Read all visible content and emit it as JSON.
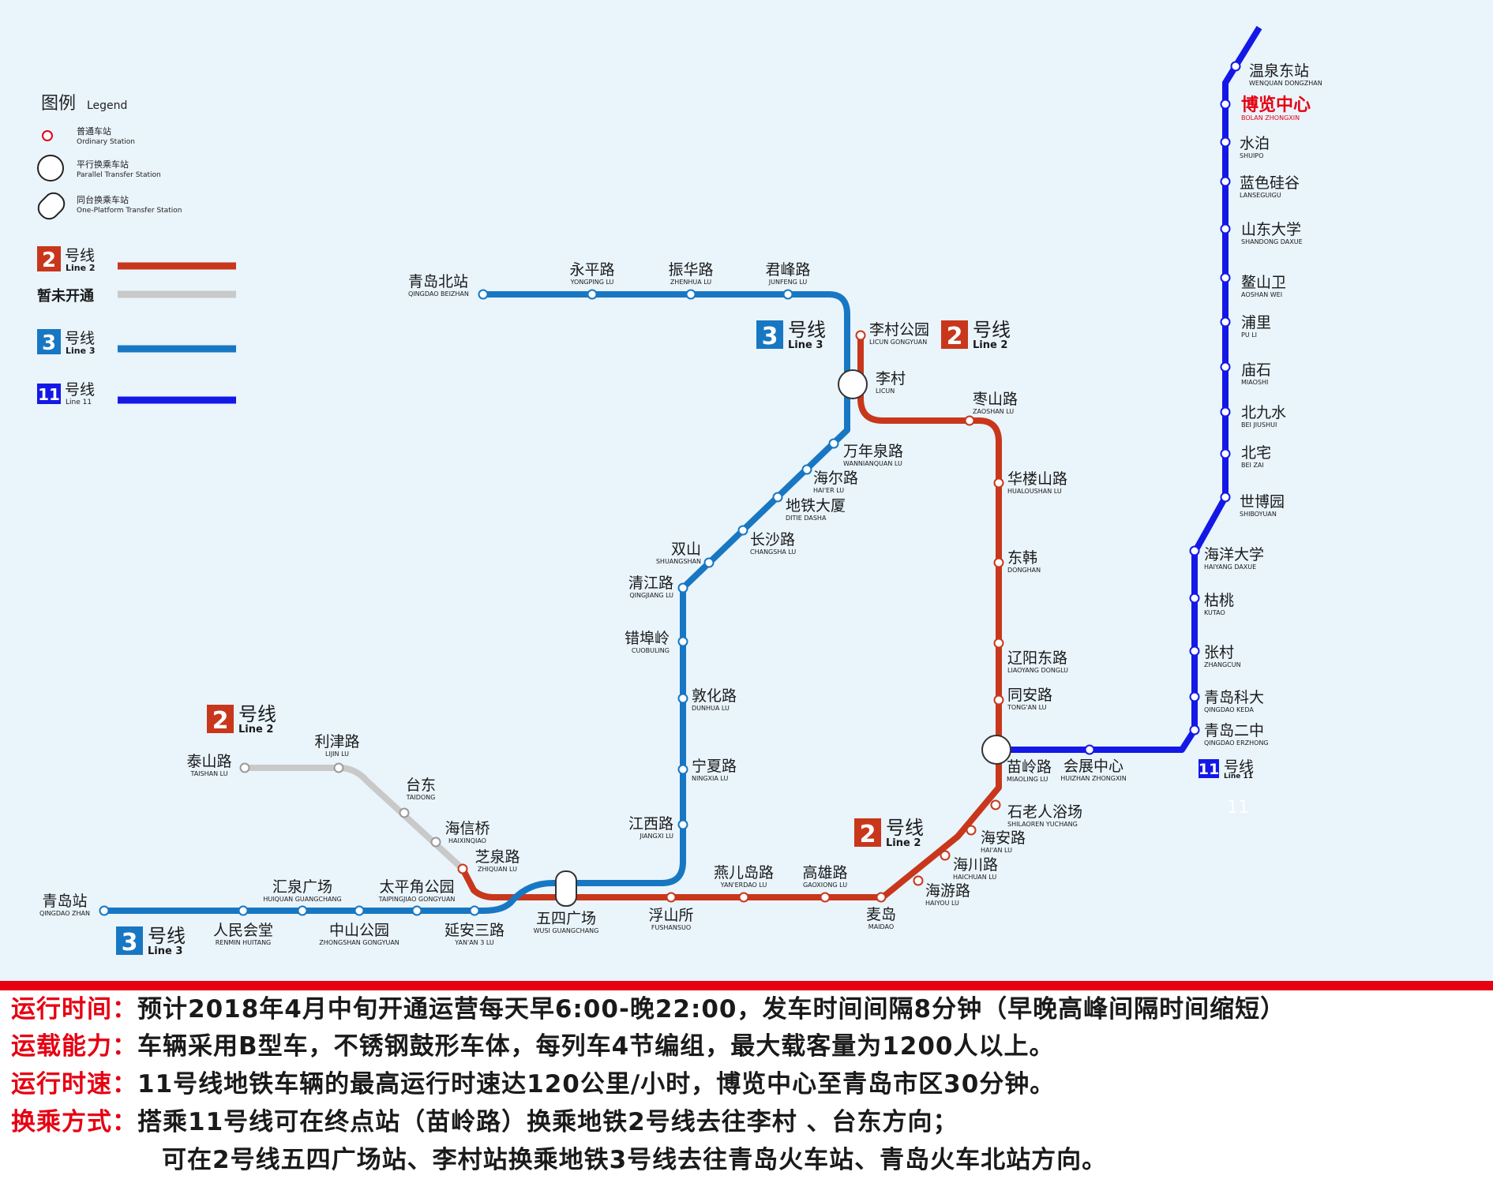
{
  "colors": {
    "line2": "#c8371c",
    "line3": "#1877c2",
    "line11": "#1418e6",
    "unopened": "#c9c9c9",
    "bg": "#e9f4fb",
    "accent_red": "#e60012"
  },
  "legend": {
    "title": "图例",
    "title_en": "Legend",
    "ordinary": "普通车站",
    "ordinary_en": "Ordinary Station",
    "parallel": "平行换乘车站",
    "parallel_en": "Parallel Transfer Station",
    "oneplatform": "同台换乘车站",
    "oneplatform_en": "One-Platform Transfer Station",
    "line2_num": "2",
    "line2_cn": "号线",
    "line2_en": "Line 2",
    "unopened": "暂未开通",
    "line3_num": "3",
    "line3_cn": "号线",
    "line3_en": "Line 3",
    "line11_num": "11",
    "line11_cn": "号线",
    "line11_en": "Line 11"
  },
  "badges": [
    {
      "num": "3",
      "cn": "号线",
      "en": "Line 3",
      "type": "line3"
    },
    {
      "num": "2",
      "cn": "号线",
      "en": "Line 2",
      "type": "line2"
    },
    {
      "num": "2",
      "cn": "号线",
      "en": "Line 2",
      "type": "line2"
    },
    {
      "num": "2",
      "cn": "号线",
      "en": "Line 2",
      "type": "line2"
    },
    {
      "num": "3",
      "cn": "号线",
      "en": "Line 3",
      "type": "line3"
    },
    {
      "num": "11",
      "cn": "号线",
      "en": "Line 11",
      "type": "line11"
    }
  ],
  "line3_stations": [
    {
      "cn": "青岛北站",
      "en": "QINGDAO BEIZHAN"
    },
    {
      "cn": "永平路",
      "en": "YONGPING LU"
    },
    {
      "cn": "振华路",
      "en": "ZHENHUA LU"
    },
    {
      "cn": "君峰路",
      "en": "JUNFENG LU"
    },
    {
      "cn": "李村",
      "en": "LICUN"
    },
    {
      "cn": "万年泉路",
      "en": "WANNIANQUAN LU"
    },
    {
      "cn": "海尔路",
      "en": "HAI'ER LU"
    },
    {
      "cn": "地铁大厦",
      "en": "DITIE DASHA"
    },
    {
      "cn": "长沙路",
      "en": "CHANGSHA LU"
    },
    {
      "cn": "双山",
      "en": "SHUANGSHAN"
    },
    {
      "cn": "清江路",
      "en": "QINGJIANG LU"
    },
    {
      "cn": "错埠岭",
      "en": "CUOBULING"
    },
    {
      "cn": "敦化路",
      "en": "DUNHUA LU"
    },
    {
      "cn": "宁夏路",
      "en": "NINGXIA LU"
    },
    {
      "cn": "江西路",
      "en": "JIANGXI LU"
    },
    {
      "cn": "五四广场",
      "en": "WUSI GUANGCHANG"
    },
    {
      "cn": "延安三路",
      "en": "YAN'AN 3 LU"
    },
    {
      "cn": "太平角公园",
      "en": "TAIPINGJIAO GONGYUAN"
    },
    {
      "cn": "中山公园",
      "en": "ZHONGSHAN GONGYUAN"
    },
    {
      "cn": "汇泉广场",
      "en": "HUIQUAN GUANGCHANG"
    },
    {
      "cn": "人民会堂",
      "en": "RENMIN HUITANG"
    },
    {
      "cn": "青岛站",
      "en": "QINGDAO ZHAN"
    }
  ],
  "line2_stations": [
    {
      "cn": "李村公园",
      "en": "LICUN GONGYUAN"
    },
    {
      "cn": "枣山路",
      "en": "ZAOSHAN LU"
    },
    {
      "cn": "华楼山路",
      "en": "HUALOUSHAN LU"
    },
    {
      "cn": "东韩",
      "en": "DONGHAN"
    },
    {
      "cn": "辽阳东路",
      "en": "LIAOYANG DONGLU"
    },
    {
      "cn": "同安路",
      "en": "TONG'AN LU"
    },
    {
      "cn": "苗岭路",
      "en": "MIAOLING LU"
    },
    {
      "cn": "石老人浴场",
      "en": "SHILAOREN YUCHANG"
    },
    {
      "cn": "海安路",
      "en": "HAI'AN LU"
    },
    {
      "cn": "海川路",
      "en": "HAICHUAN LU"
    },
    {
      "cn": "海游路",
      "en": "HAIYOU LU"
    },
    {
      "cn": "麦岛",
      "en": "MAIDAO"
    },
    {
      "cn": "高雄路",
      "en": "GAOXIONG LU"
    },
    {
      "cn": "燕儿岛路",
      "en": "YAN'ERDAO LU"
    },
    {
      "cn": "浮山所",
      "en": "FUSHANSUO"
    },
    {
      "cn": "芝泉路",
      "en": "ZHIQUAN LU"
    },
    {
      "cn": "海信桥",
      "en": "HAIXINQIAO"
    },
    {
      "cn": "台东",
      "en": "TAIDONG"
    },
    {
      "cn": "利津路",
      "en": "LIJIN LU"
    },
    {
      "cn": "泰山路",
      "en": "TAISHAN LU"
    }
  ],
  "line11_stations": [
    {
      "cn": "温泉东站",
      "en": "WENQUAN DONGZHAN"
    },
    {
      "cn": "博览中心",
      "en": "BOLAN ZHONGXIN"
    },
    {
      "cn": "水泊",
      "en": "SHUIPO"
    },
    {
      "cn": "蓝色硅谷",
      "en": "LANSEGUIGU"
    },
    {
      "cn": "山东大学",
      "en": "SHANDONG DAXUE"
    },
    {
      "cn": "鳌山卫",
      "en": "AOSHAN WEI"
    },
    {
      "cn": "浦里",
      "en": "PU LI"
    },
    {
      "cn": "庙石",
      "en": "MIAOSHI"
    },
    {
      "cn": "北九水",
      "en": "BEI JIUSHUI"
    },
    {
      "cn": "北宅",
      "en": "BEI ZAI"
    },
    {
      "cn": "世博园",
      "en": "SHIBOYUAN"
    },
    {
      "cn": "海洋大学",
      "en": "HAIYANG DAXUE"
    },
    {
      "cn": "枯桃",
      "en": "KUTAO"
    },
    {
      "cn": "张村",
      "en": "ZHANGCUN"
    },
    {
      "cn": "青岛科大",
      "en": "QINGDAO KEDA"
    },
    {
      "cn": "青岛二中",
      "en": "QINGDAO ERZHONG"
    },
    {
      "cn": "会展中心",
      "en": "HUIZHAN ZHONGXIN"
    }
  ],
  "faint_mark": "11",
  "info": [
    {
      "label": "运行时间：",
      "text": "预计2018年4月中旬开通运营每天早6:00-晚22:00，发车时间间隔8分钟（早晚高峰间隔时间缩短）"
    },
    {
      "label": "运载能力：",
      "text": "车辆采用B型车，不锈钢鼓形车体，每列车4节编组，最大载客量为1200人以上。"
    },
    {
      "label": "运行时速：",
      "text": "11号线地铁车辆的最高运行时速达120公里/小时，博览中心至青岛市区30分钟。"
    },
    {
      "label": "换乘方式：",
      "text": "搭乘11号线可在终点站（苗岭路）换乘地铁2号线去往李村 、台东方向；"
    },
    {
      "label": "",
      "text": "可在2号线五四广场站、李村站换乘地铁3号线去往青岛火车站、青岛火车北站方向。"
    }
  ]
}
